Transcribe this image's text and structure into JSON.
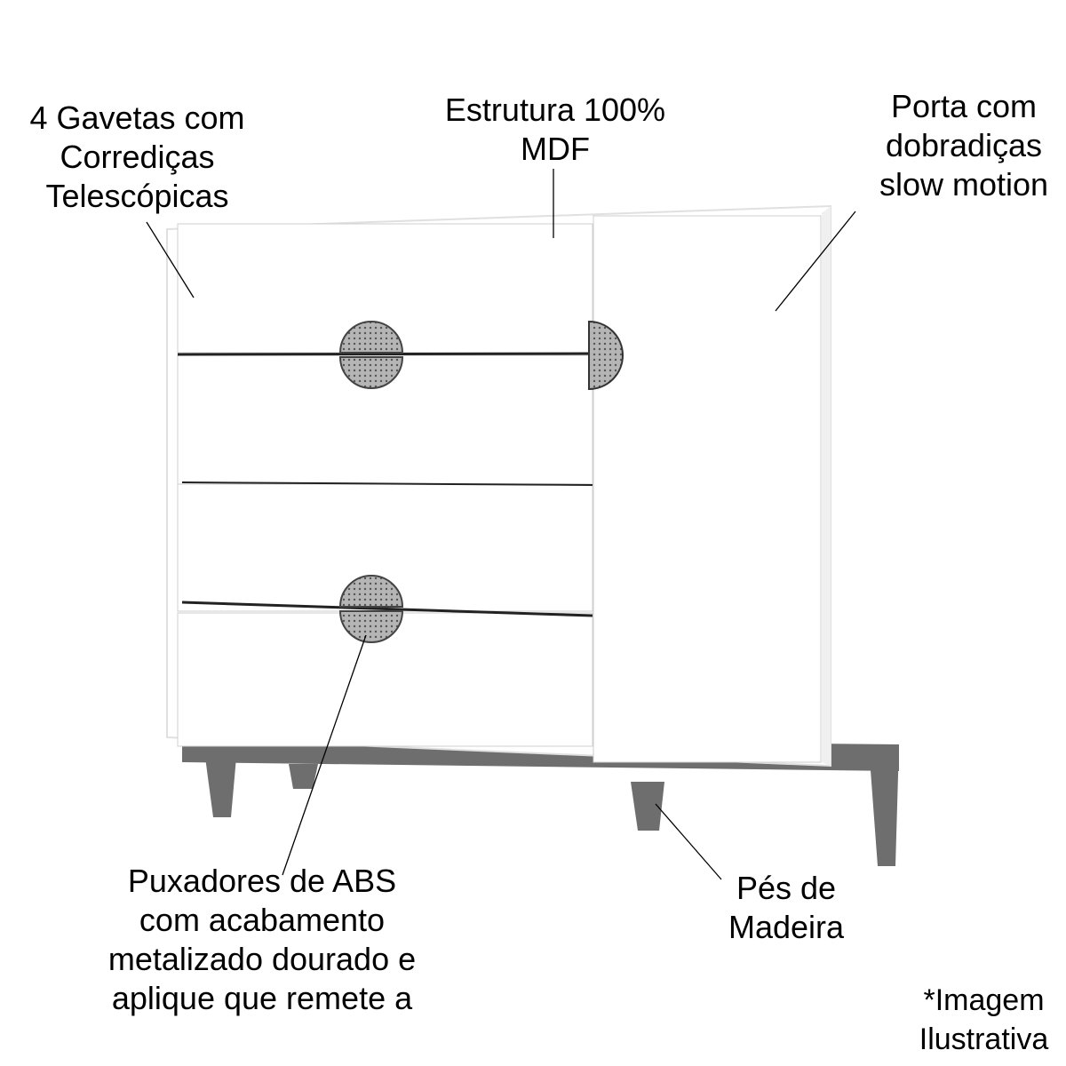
{
  "labels": {
    "drawers": [
      "4 Gavetas com",
      "Corrediças",
      "Telescópicas"
    ],
    "structure": [
      "Estrutura 100%",
      "MDF"
    ],
    "door": [
      "Porta com",
      "dobradiças",
      "slow motion"
    ],
    "handles": [
      "Puxadores de ABS",
      "com acabamento",
      "metalizado dourado e",
      "aplique que remete a"
    ],
    "feet": [
      "Pés de",
      "Madeira"
    ],
    "disclaimer": [
      "*Imagem",
      "Ilustrativa"
    ]
  },
  "colors": {
    "body": "#ffffff",
    "edge": "#d9d9d9",
    "wood": "#6e6e6e",
    "handle": "#a8a8a8"
  }
}
